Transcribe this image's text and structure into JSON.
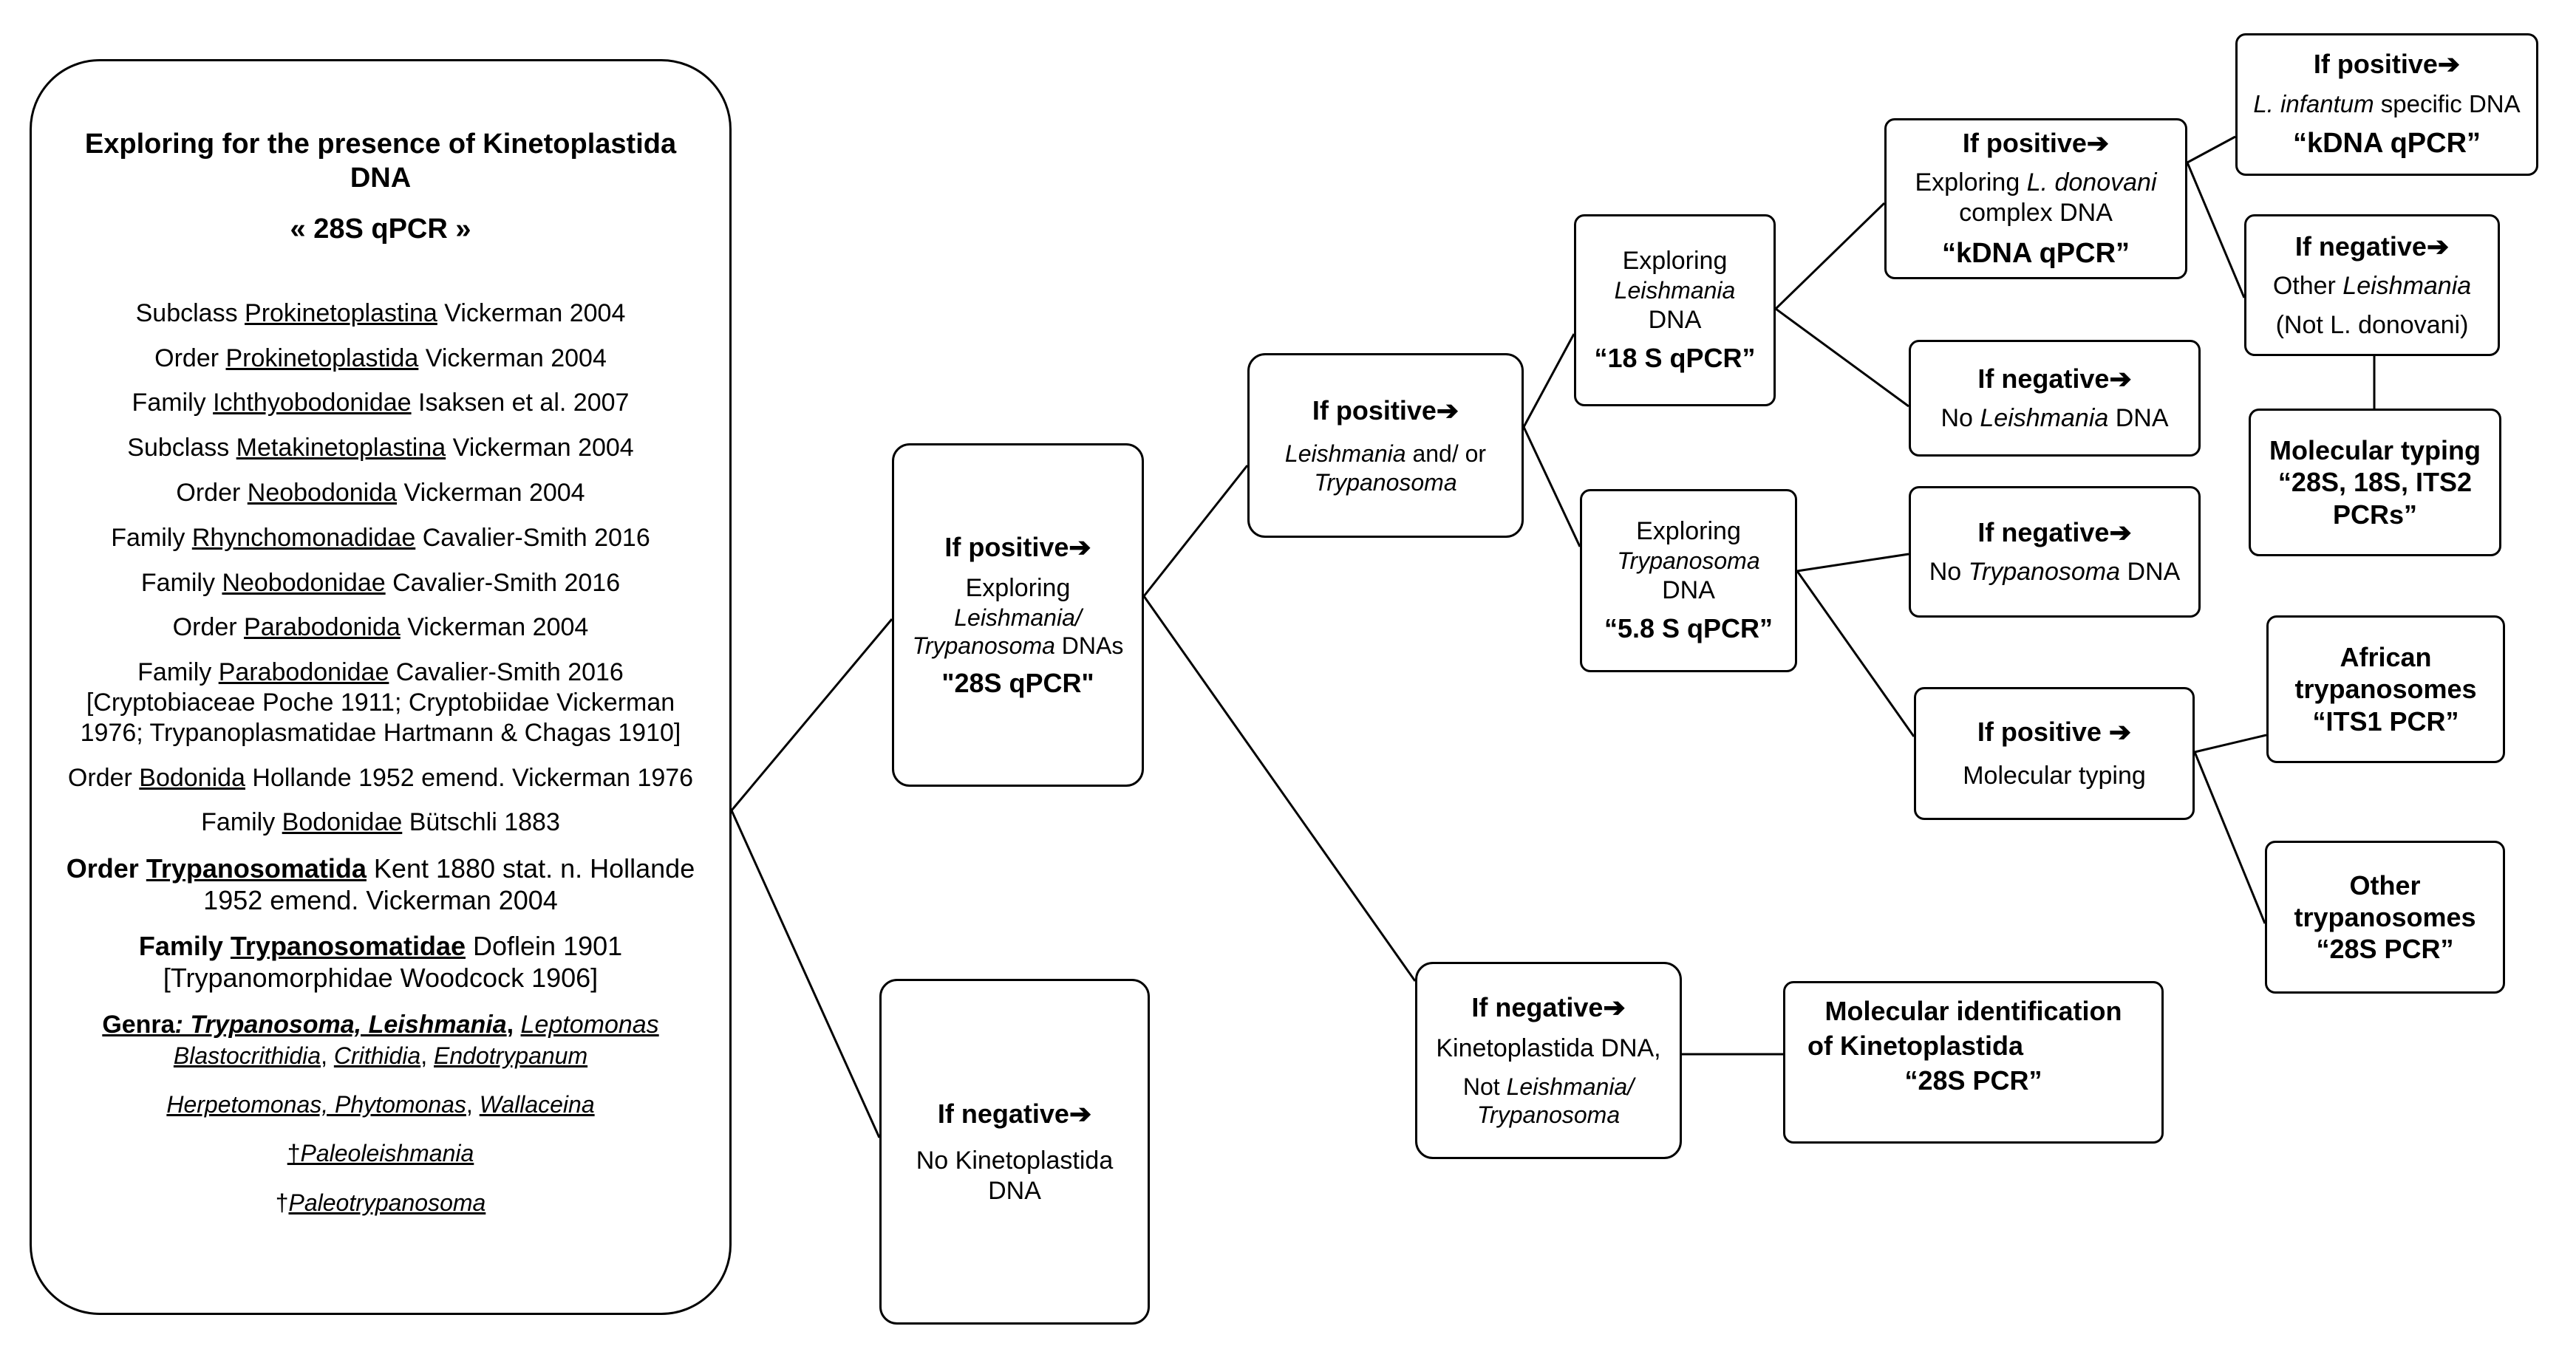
{
  "root": {
    "title": "Exploring for the presence of Kinetoplastida DNA",
    "method": "« 28S qPCR »",
    "taxonomy": [
      {
        "pre": "Subclass ",
        "name": "Prokinetoplastina",
        "post": " Vickerman 2004"
      },
      {
        "pre": "Order ",
        "name": "Prokinetoplastida",
        "post": " Vickerman 2004"
      },
      {
        "pre": "Family ",
        "name": "Ichthyobodonidae",
        "post": " Isaksen et al. 2007"
      },
      {
        "pre": "Subclass ",
        "name": "Metakinetoplastina",
        "post": " Vickerman 2004"
      },
      {
        "pre": "Order ",
        "name": "Neobodonida",
        "post": " Vickerman 2004"
      },
      {
        "pre": "Family ",
        "name": "Rhynchomonadidae",
        "post": " Cavalier-Smith 2016"
      },
      {
        "pre": "Family ",
        "name": "Neobodonidae",
        "post": " Cavalier-Smith 2016"
      },
      {
        "pre": "Order ",
        "name": "Parabodonida",
        "post": " Vickerman 2004"
      },
      {
        "pre": "Family ",
        "name": "Parabodonidae",
        "post": " Cavalier-Smith 2016 [Cryptobiaceae Poche 1911; Cryptobiidae Vickerman 1976; Trypanoplasmatidae Hartmann & Chagas 1910]"
      },
      {
        "pre": "Order ",
        "name": "Bodonida",
        "post": " Hollande 1952 emend. Vickerman 1976"
      },
      {
        "pre": "Family ",
        "name": "Bodonidae",
        "post": " Bütschli 1883"
      }
    ],
    "order_bold": {
      "pre": "Order ",
      "name": "Trypanosomatida",
      "post": " Kent 1880 stat. n. Hollande 1952 emend. Vickerman 2004"
    },
    "family_bold": {
      "pre": "Family ",
      "name": "Trypanosomatidae",
      "post": " Doflein 1901 [Trypanomorphidae Woodcock 1906]"
    },
    "genera_label": "Genra",
    "genera_bold": ": Trypanosoma, Leishmania",
    "genera_sep": ",",
    "genera_line1_rest": "Leptomonas",
    "genera_line2": [
      "Blastocrithidia",
      ", ",
      "Crithidia",
      ", ",
      "Endotrypanum"
    ],
    "genera_line3": [
      "Herpetomonas, Phytomonas",
      ", ",
      "Wallaceina"
    ],
    "paleo1_dagger": "†",
    "paleo1": "Paleoleishmania",
    "paleo2_dagger": "†",
    "paleo2": "Paleotrypanosoma"
  },
  "n28pos": {
    "head": "If positive➔",
    "l1": "Exploring",
    "l2": "Leishmania/",
    "l3a": "Trypanosoma",
    "l3b": " DNAs",
    "method": "\"28S qPCR\""
  },
  "n28neg": {
    "head": "If negative➔",
    "l1": "No Kinetoplastida",
    "l2": "DNA"
  },
  "nLT": {
    "head": "If positive➔",
    "l1a": "Leishmania",
    "l1b": " and/ or",
    "l2": "Trypanosoma"
  },
  "nKneg": {
    "head": "If negative➔",
    "l1": "Kinetoplastida DNA,",
    "l2a": "Not ",
    "l2b": "Leishmania/",
    "l3": "Trypanosoma"
  },
  "nMolK": {
    "l1": "Molecular identification",
    "l2": "of Kinetoplastida",
    "l3": "“28S PCR”"
  },
  "nLeish": {
    "l1": "Exploring",
    "l2": "Leishmania",
    "l3": "DNA",
    "method": "“18 S qPCR”"
  },
  "nTryp": {
    "l1": "Exploring",
    "l2": "Trypanosoma",
    "l3": "DNA",
    "method": "“5.8 S qPCR”"
  },
  "nLdon": {
    "head": "If positive➔",
    "l1a": "Exploring ",
    "l1b": "L. donovani",
    "l2": "complex  DNA",
    "method": "“kDNA qPCR”"
  },
  "nLneg": {
    "head": "If negative➔",
    "l1a": "No ",
    "l1b": "Leishmania",
    "l1c": " DNA"
  },
  "nTneg": {
    "head": "If negative➔",
    "l1a": "No ",
    "l1b": "Trypanosoma",
    "l1c": "  DNA"
  },
  "nTpos": {
    "head": "If positive ➔",
    "l1": "Molecular typing"
  },
  "nLinf": {
    "head": "If positive➔",
    "l1a": "L. infantum",
    "l1b": " specific DNA",
    "method": "“kDNA qPCR”"
  },
  "nLoth": {
    "head": "If negative➔",
    "l1a": "Other ",
    "l1b": "Leishmania",
    "l2": "(Not L. donovani)"
  },
  "nMolL": {
    "l1": "Molecular typing",
    "l2": "“28S, 18S, ITS2",
    "l3": "PCRs”"
  },
  "nAfr": {
    "l1": "African",
    "l2": "trypanosomes",
    "l3": "“ITS1 PCR”"
  },
  "nOth": {
    "l1": "Other",
    "l2": "trypanosomes",
    "l3": "“28S PCR”"
  }
}
